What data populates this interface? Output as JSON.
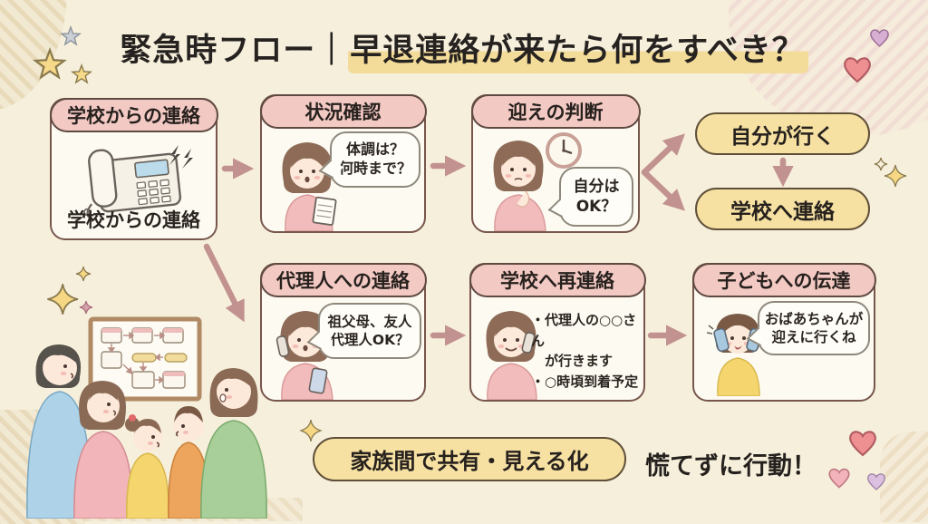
{
  "title": {
    "prefix": "緊急時フロー｜",
    "highlight": "早退連絡が来たら何をすべき？"
  },
  "steps": {
    "school_contact": {
      "header": "学校からの連絡",
      "caption": "学校からの連絡"
    },
    "situation_check": {
      "header": "状況確認",
      "bubble": [
        "体調は？",
        "何時まで？"
      ]
    },
    "pickup_decision": {
      "header": "迎えの判断",
      "bubble": [
        "自分は",
        "OK？"
      ]
    },
    "proxy_contact": {
      "header": "代理人への連絡",
      "bubble": [
        "祖父母、友人",
        "代理人OK？"
      ]
    },
    "school_recontact": {
      "header": "学校へ再連絡",
      "notes": [
        "・代理人の○○さん",
        "　が行きます",
        "・○時頃到着予定"
      ]
    },
    "child_message": {
      "header": "子どもへの伝達",
      "bubble": [
        "おばあちゃんが",
        "迎えに行くね"
      ]
    }
  },
  "outcomes": {
    "go_myself": "自分が行く",
    "contact_school": "学校へ連絡"
  },
  "footer": {
    "share_pill": "家族間で共有・見える化",
    "action_note": "慌てずに行動！"
  },
  "icons": [
    "ringing-phone-icon",
    "clock-icon",
    "mom-notepad-illustration",
    "mom-thinking-illustration",
    "mom-smartphone-illustration",
    "mom-calling-illustration",
    "child-phone-illustration",
    "family-board-illustration",
    "star-icon",
    "sparkle-icon",
    "heart-icon"
  ],
  "colors": {
    "background": "#f6efdb",
    "box_fill": "#fdfaf2",
    "header_pink": "#f3c9c3",
    "pill_yellow": "#f6e1a2",
    "arrow_mauve": "#c29290",
    "border_brown": "#5f4a42",
    "title_highlight": "#f3dc9a"
  }
}
